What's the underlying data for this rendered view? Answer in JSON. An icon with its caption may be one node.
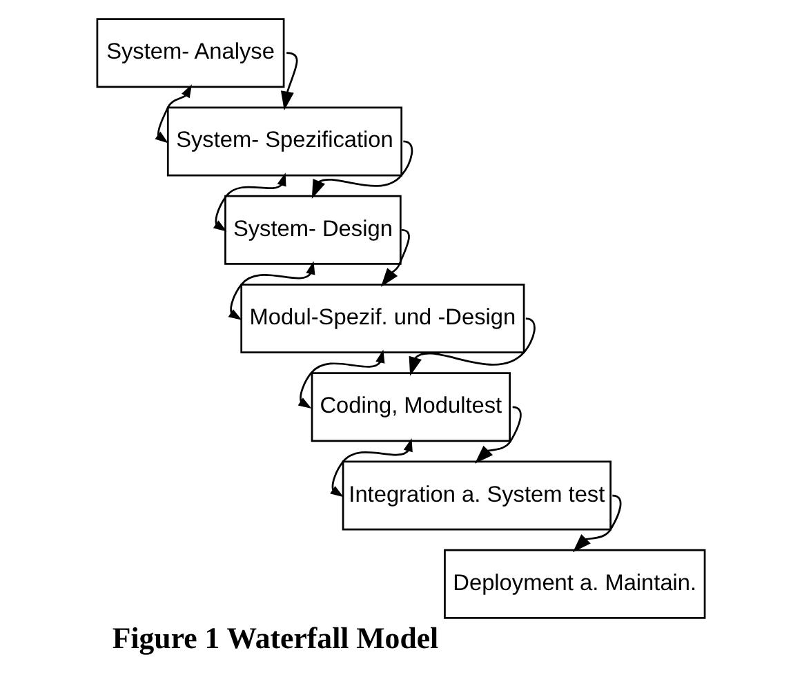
{
  "diagram": {
    "caption": "Figure 1 Waterfall Model",
    "nodes": [
      {
        "text": [
          "System- Analyse"
        ]
      },
      {
        "text": [
          "System- Spezification"
        ]
      },
      {
        "text": [
          "System- Design"
        ]
      },
      {
        "text": [
          "Modul-Spezif. und -Design"
        ]
      },
      {
        "text": [
          "Coding, Modultest"
        ]
      },
      {
        "text": [
          "Integration a. System test"
        ]
      },
      {
        "text": [
          "Deployment a. Maintain."
        ]
      }
    ],
    "edges": [
      {
        "from": 0,
        "to": 1,
        "arrow": "to"
      },
      {
        "from": 1,
        "to": 0,
        "arrow": "both"
      },
      {
        "from": 1,
        "to": 2,
        "arrow": "to"
      },
      {
        "from": 2,
        "to": 1,
        "arrow": "both"
      },
      {
        "from": 2,
        "to": 3,
        "arrow": "to"
      },
      {
        "from": 3,
        "to": 2,
        "arrow": "both"
      },
      {
        "from": 3,
        "to": 4,
        "arrow": "to"
      },
      {
        "from": 4,
        "to": 3,
        "arrow": "both"
      },
      {
        "from": 4,
        "to": 5,
        "arrow": "to"
      },
      {
        "from": 5,
        "to": 4,
        "arrow": "both"
      },
      {
        "from": 5,
        "to": 6,
        "arrow": "to"
      }
    ]
  }
}
